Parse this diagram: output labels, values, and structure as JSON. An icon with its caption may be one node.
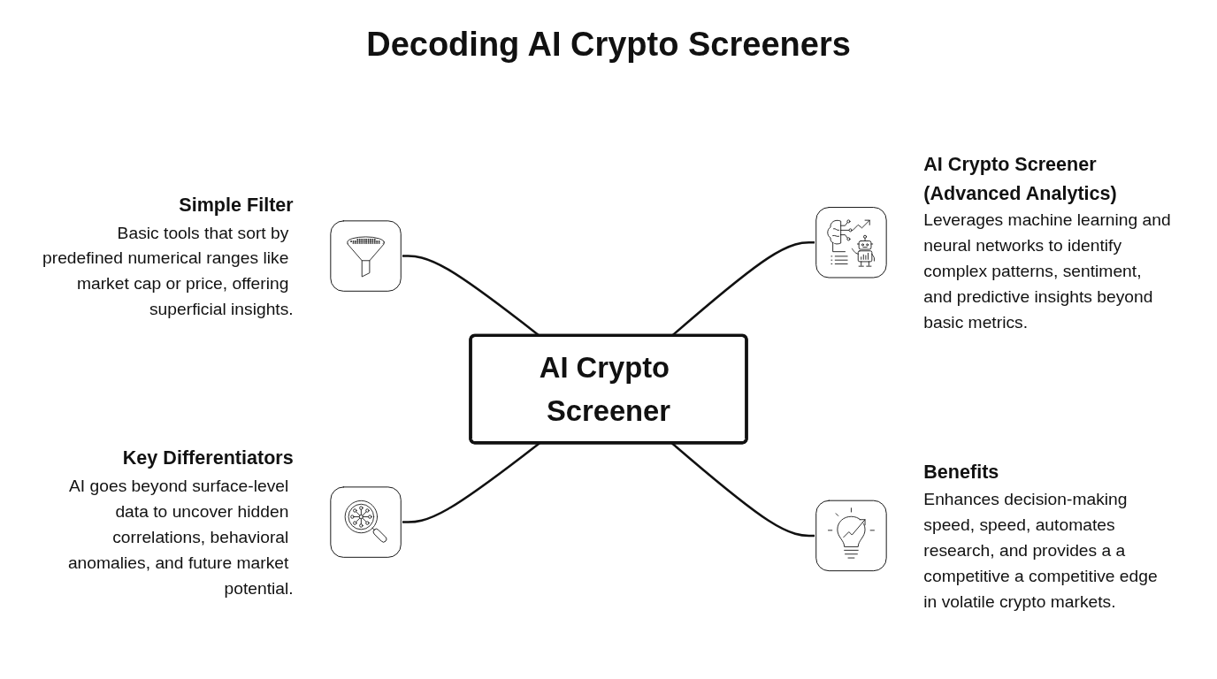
{
  "diagram": {
    "title": "Decoding AI Crypto Screeners",
    "nodes": [
      {
        "text": [
          "Simple Filter",
          "Basic tools that sort by predefined numerical ranges like market cap or price, offering superficial insights."
        ]
      },
      {
        "text": [
          "AI Crypto Screener (Advanced Analytics)",
          "Leverages machine learning and neural networks to identify complex patterns, sentiment, and predictive insights beyond basic metrics."
        ]
      },
      {
        "text": [
          "AI Crypto Screener"
        ]
      },
      {
        "text": [
          "Key Differentiators",
          "AI goes beyond surface-level data to uncover hidden correlations, behavioral anomalies, and future market potential."
        ]
      },
      {
        "text": [
          "Benefits",
          "Enhances decision-making speed, speed, automates research, and provides a a competitive a competitive edge in volatile crypto markets."
        ]
      }
    ],
    "edges": [
      {
        "from": 0,
        "to": 2,
        "arrow": "none"
      },
      {
        "from": 2,
        "to": 1,
        "arrow": "none"
      },
      {
        "from": 3,
        "to": 2,
        "arrow": "none"
      },
      {
        "from": 2,
        "to": 4,
        "arrow": "none"
      }
    ]
  }
}
